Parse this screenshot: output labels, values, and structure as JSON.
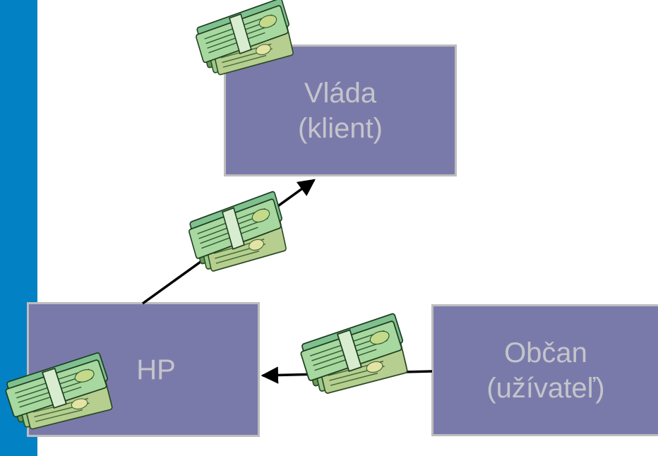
{
  "nodes": {
    "government": {
      "label": "Vláda\n(klient)"
    },
    "hp": {
      "label": "HP"
    },
    "citizen": {
      "label": "Občan\n(užívateľ)"
    }
  },
  "colors": {
    "sidebar": "#0282c4",
    "node_fill": "#7a7aaa",
    "node_border": "#bdbdbd",
    "node_text": "#c4c4cc",
    "arrow": "#000000"
  },
  "icons": [
    "money-stack-icon"
  ]
}
